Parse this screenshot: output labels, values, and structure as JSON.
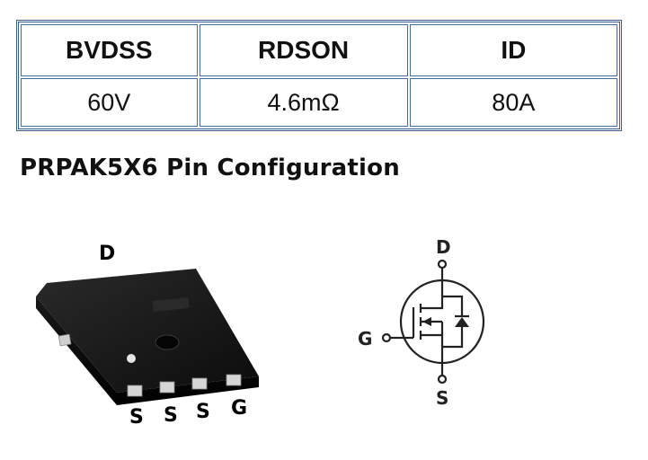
{
  "spec_table": {
    "headers": [
      "BVDSS",
      "RDSON",
      "ID"
    ],
    "values": [
      "60V",
      "4.6mΩ",
      "80A"
    ]
  },
  "section_title": "PRPAK5X6 Pin Configuration",
  "package": {
    "top_pin_label": "D",
    "bottom_pin_labels": [
      "S",
      "S",
      "S",
      "G"
    ]
  },
  "symbol": {
    "drain_label": "D",
    "gate_label": "G",
    "source_label": "S"
  }
}
